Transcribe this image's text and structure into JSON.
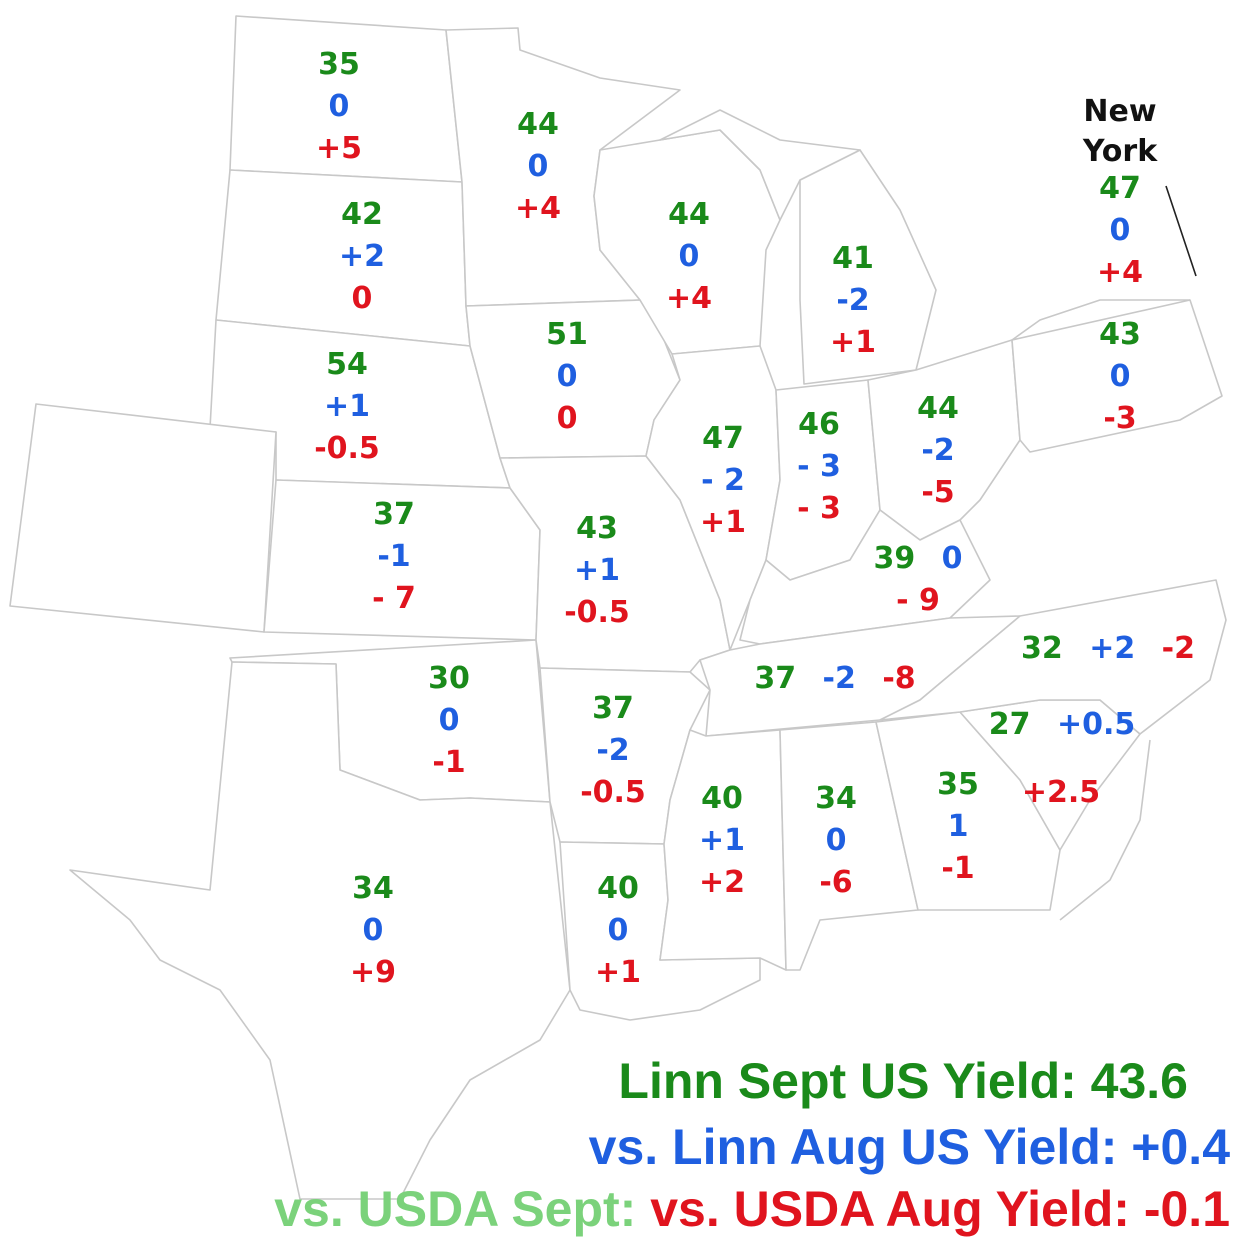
{
  "states": [
    {
      "id": "north-dakota",
      "yield": "35",
      "vs_aug": "0",
      "vs_usda": "+5"
    },
    {
      "id": "minnesota",
      "yield": "44",
      "vs_aug": "0",
      "vs_usda": "+4"
    },
    {
      "id": "wisconsin",
      "yield": "44",
      "vs_aug": "0",
      "vs_usda": "+4"
    },
    {
      "id": "south-dakota",
      "yield": "42",
      "vs_aug": "+2",
      "vs_usda": "0"
    },
    {
      "id": "michigan",
      "yield": "41",
      "vs_aug": "-2",
      "vs_usda": "+1"
    },
    {
      "id": "new-york",
      "name": "New York",
      "yield": "47",
      "vs_aug": "0",
      "vs_usda": "+4"
    },
    {
      "id": "nebraska",
      "yield": "54",
      "vs_aug": "+1",
      "vs_usda": "-0.5"
    },
    {
      "id": "iowa",
      "yield": "51",
      "vs_aug": "0",
      "vs_usda": "0"
    },
    {
      "id": "pennsylvania",
      "yield": "43",
      "vs_aug": "0",
      "vs_usda": "-3"
    },
    {
      "id": "illinois",
      "yield": "47",
      "vs_aug": "- 2",
      "vs_usda": "+1"
    },
    {
      "id": "indiana",
      "yield": "46",
      "vs_aug": "- 3",
      "vs_usda": "- 3"
    },
    {
      "id": "ohio",
      "yield": "44",
      "vs_aug": "-2",
      "vs_usda": "-5"
    },
    {
      "id": "kansas",
      "yield": "37",
      "vs_aug": "-1",
      "vs_usda": "- 7"
    },
    {
      "id": "missouri",
      "yield": "43",
      "vs_aug": "+1",
      "vs_usda": "-0.5"
    },
    {
      "id": "kentucky",
      "yield": "39",
      "vs_aug": "0",
      "vs_usda": "- 9"
    },
    {
      "id": "north-carolina",
      "yield": "32",
      "vs_aug": "+2",
      "vs_usda": "-2"
    },
    {
      "id": "tennessee",
      "yield": "37",
      "vs_aug": "-2",
      "vs_usda": "-8"
    },
    {
      "id": "oklahoma",
      "yield": "30",
      "vs_aug": "0",
      "vs_usda": "-1"
    },
    {
      "id": "arkansas",
      "yield": "37",
      "vs_aug": "-2",
      "vs_usda": "-0.5"
    },
    {
      "id": "south-carolina",
      "yield": "27",
      "vs_aug": "+0.5",
      "vs_usda": "+2.5"
    },
    {
      "id": "mississippi",
      "yield": "40",
      "vs_aug": "+1",
      "vs_usda": "+2"
    },
    {
      "id": "alabama",
      "yield": "34",
      "vs_aug": "0",
      "vs_usda": "-6"
    },
    {
      "id": "georgia",
      "yield": "35",
      "vs_aug": "1",
      "vs_usda": "-1"
    },
    {
      "id": "texas",
      "yield": "34",
      "vs_aug": "0",
      "vs_usda": "+9"
    },
    {
      "id": "louisiana",
      "yield": "40",
      "vs_aug": "0",
      "vs_usda": "+1"
    }
  ],
  "summary": {
    "line1": "Linn Sept US Yield: 43.6",
    "line2": "vs. Linn Aug US Yield: +0.4",
    "line3_left": "vs. USDA Sept:",
    "line3_right": "vs. USDA Aug Yield: -0.1"
  },
  "colors": {
    "yield": "#1a8a1a",
    "vs_aug": "#1f5fe0",
    "vs_usda": "#e0141e"
  }
}
